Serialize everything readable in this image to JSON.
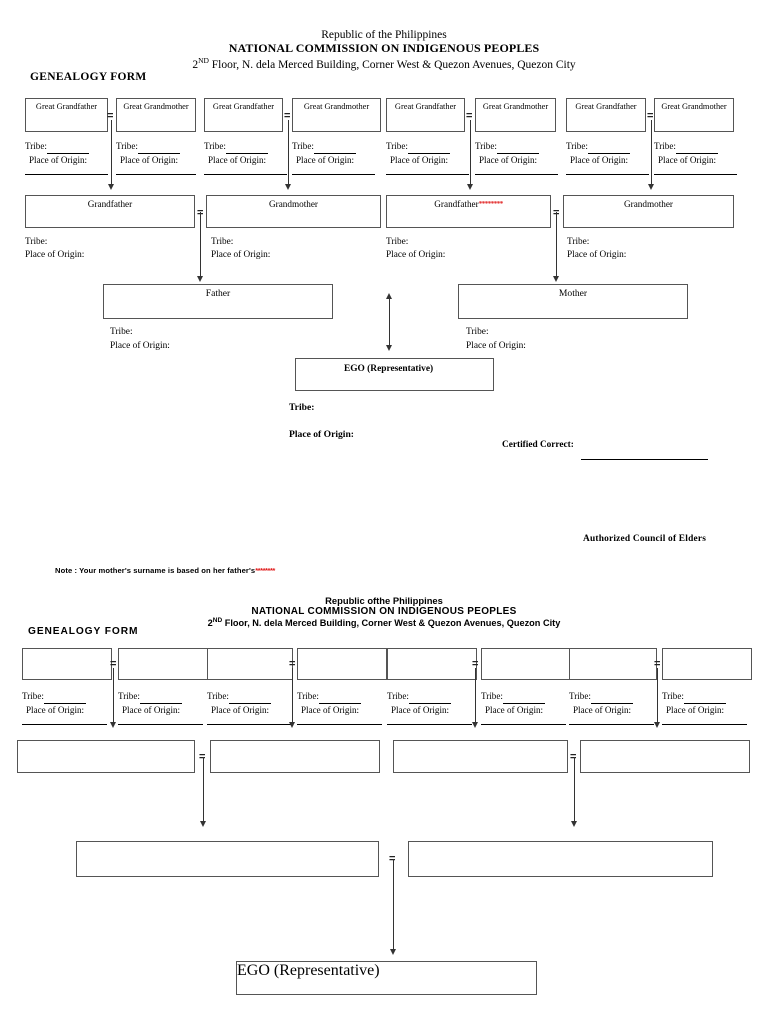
{
  "document": {
    "title": "Genealogy Form - National Commission on Indigenous Peoples"
  },
  "form1": {
    "header": {
      "line1": "Republic of the Philippines",
      "line2": "NATIONAL COMMISSION ON INDIGENOUS PEOPLES",
      "line3_prefix": "2",
      "line3_sup": "ND",
      "line3_rest": " Floor, N. dela Merced Building, Corner West & Quezon Avenues, Quezon City"
    },
    "form_title": "GENEALOGY FORM",
    "labels": {
      "tribe": "Tribe:",
      "place_of_origin": "Place of Origin:",
      "equals": "=",
      "asterisks": "********"
    },
    "generation1": [
      {
        "label": "Great Grandfather"
      },
      {
        "label": "Great Grandmother"
      },
      {
        "label": "Great Grandfather"
      },
      {
        "label": "Great Grandmother"
      },
      {
        "label": "Great Grandfather"
      },
      {
        "label": "Great Grandmother"
      },
      {
        "label": "Great Grandfather"
      },
      {
        "label": "Great Grandmother"
      }
    ],
    "generation2": [
      {
        "label": "Grandfather",
        "marked": false
      },
      {
        "label": "Grandmother",
        "marked": false
      },
      {
        "label": "Grandfather",
        "marked": true
      },
      {
        "label": "Grandmother",
        "marked": false
      }
    ],
    "generation3": [
      {
        "label": "Father"
      },
      {
        "label": "Mother"
      }
    ],
    "ego": {
      "label": "EGO (Representative)"
    },
    "ego_fields": {
      "tribe": "Tribe:",
      "place_of_origin": "Place of Origin:"
    },
    "certified_correct": "Certified Correct:",
    "authorized_council": "Authorized Council of Elders",
    "note": "Note : Your mother's surname is based on her father's",
    "note_asterisks": "********"
  },
  "form2": {
    "header": {
      "line1": "Republic ofthe Philippines",
      "line2": "NATIONAL COMMISSION ON INDIGENOUS PEOPLES",
      "line3_prefix": "2",
      "line3_sup": "ND",
      "line3_rest": " Floor, N. dela Merced Building, Corner West & Quezon Avenues, Quezon City"
    },
    "form_title": "GENEALOGY FORM",
    "labels": {
      "tribe": "Tribe:",
      "place_of_origin": "Place of Origin:",
      "equals": "="
    },
    "generation1_count": 8,
    "generation2_count": 4,
    "generation3_count": 2,
    "ego": {
      "label": "EGO (Representative)"
    }
  },
  "colors": {
    "text": "#000000",
    "box_border": "#555555",
    "accent_red": "#e01b1b",
    "connector": "#333333",
    "background": "#ffffff"
  }
}
